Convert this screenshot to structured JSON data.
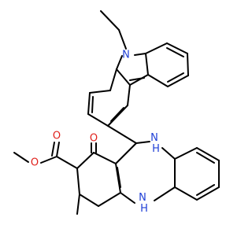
{
  "molecule": {
    "atoms": {
      "carbazole_n": {
        "text": "N",
        "color": "#1f3fd6"
      },
      "diazepine_nh_top": {
        "text": "N\nH",
        "color": "#1f3fd6"
      },
      "diazepine_nh_bottom": {
        "text": "N\nH",
        "color": "#1f3fd6"
      },
      "ketone_o": {
        "text": "O",
        "color": "#e0201b"
      },
      "ester_carbonyl_o": {
        "text": "O",
        "color": "#e0201b"
      },
      "ester_ether_o": {
        "text": "O",
        "color": "#e0201b"
      }
    },
    "bond_color": "#000000"
  }
}
